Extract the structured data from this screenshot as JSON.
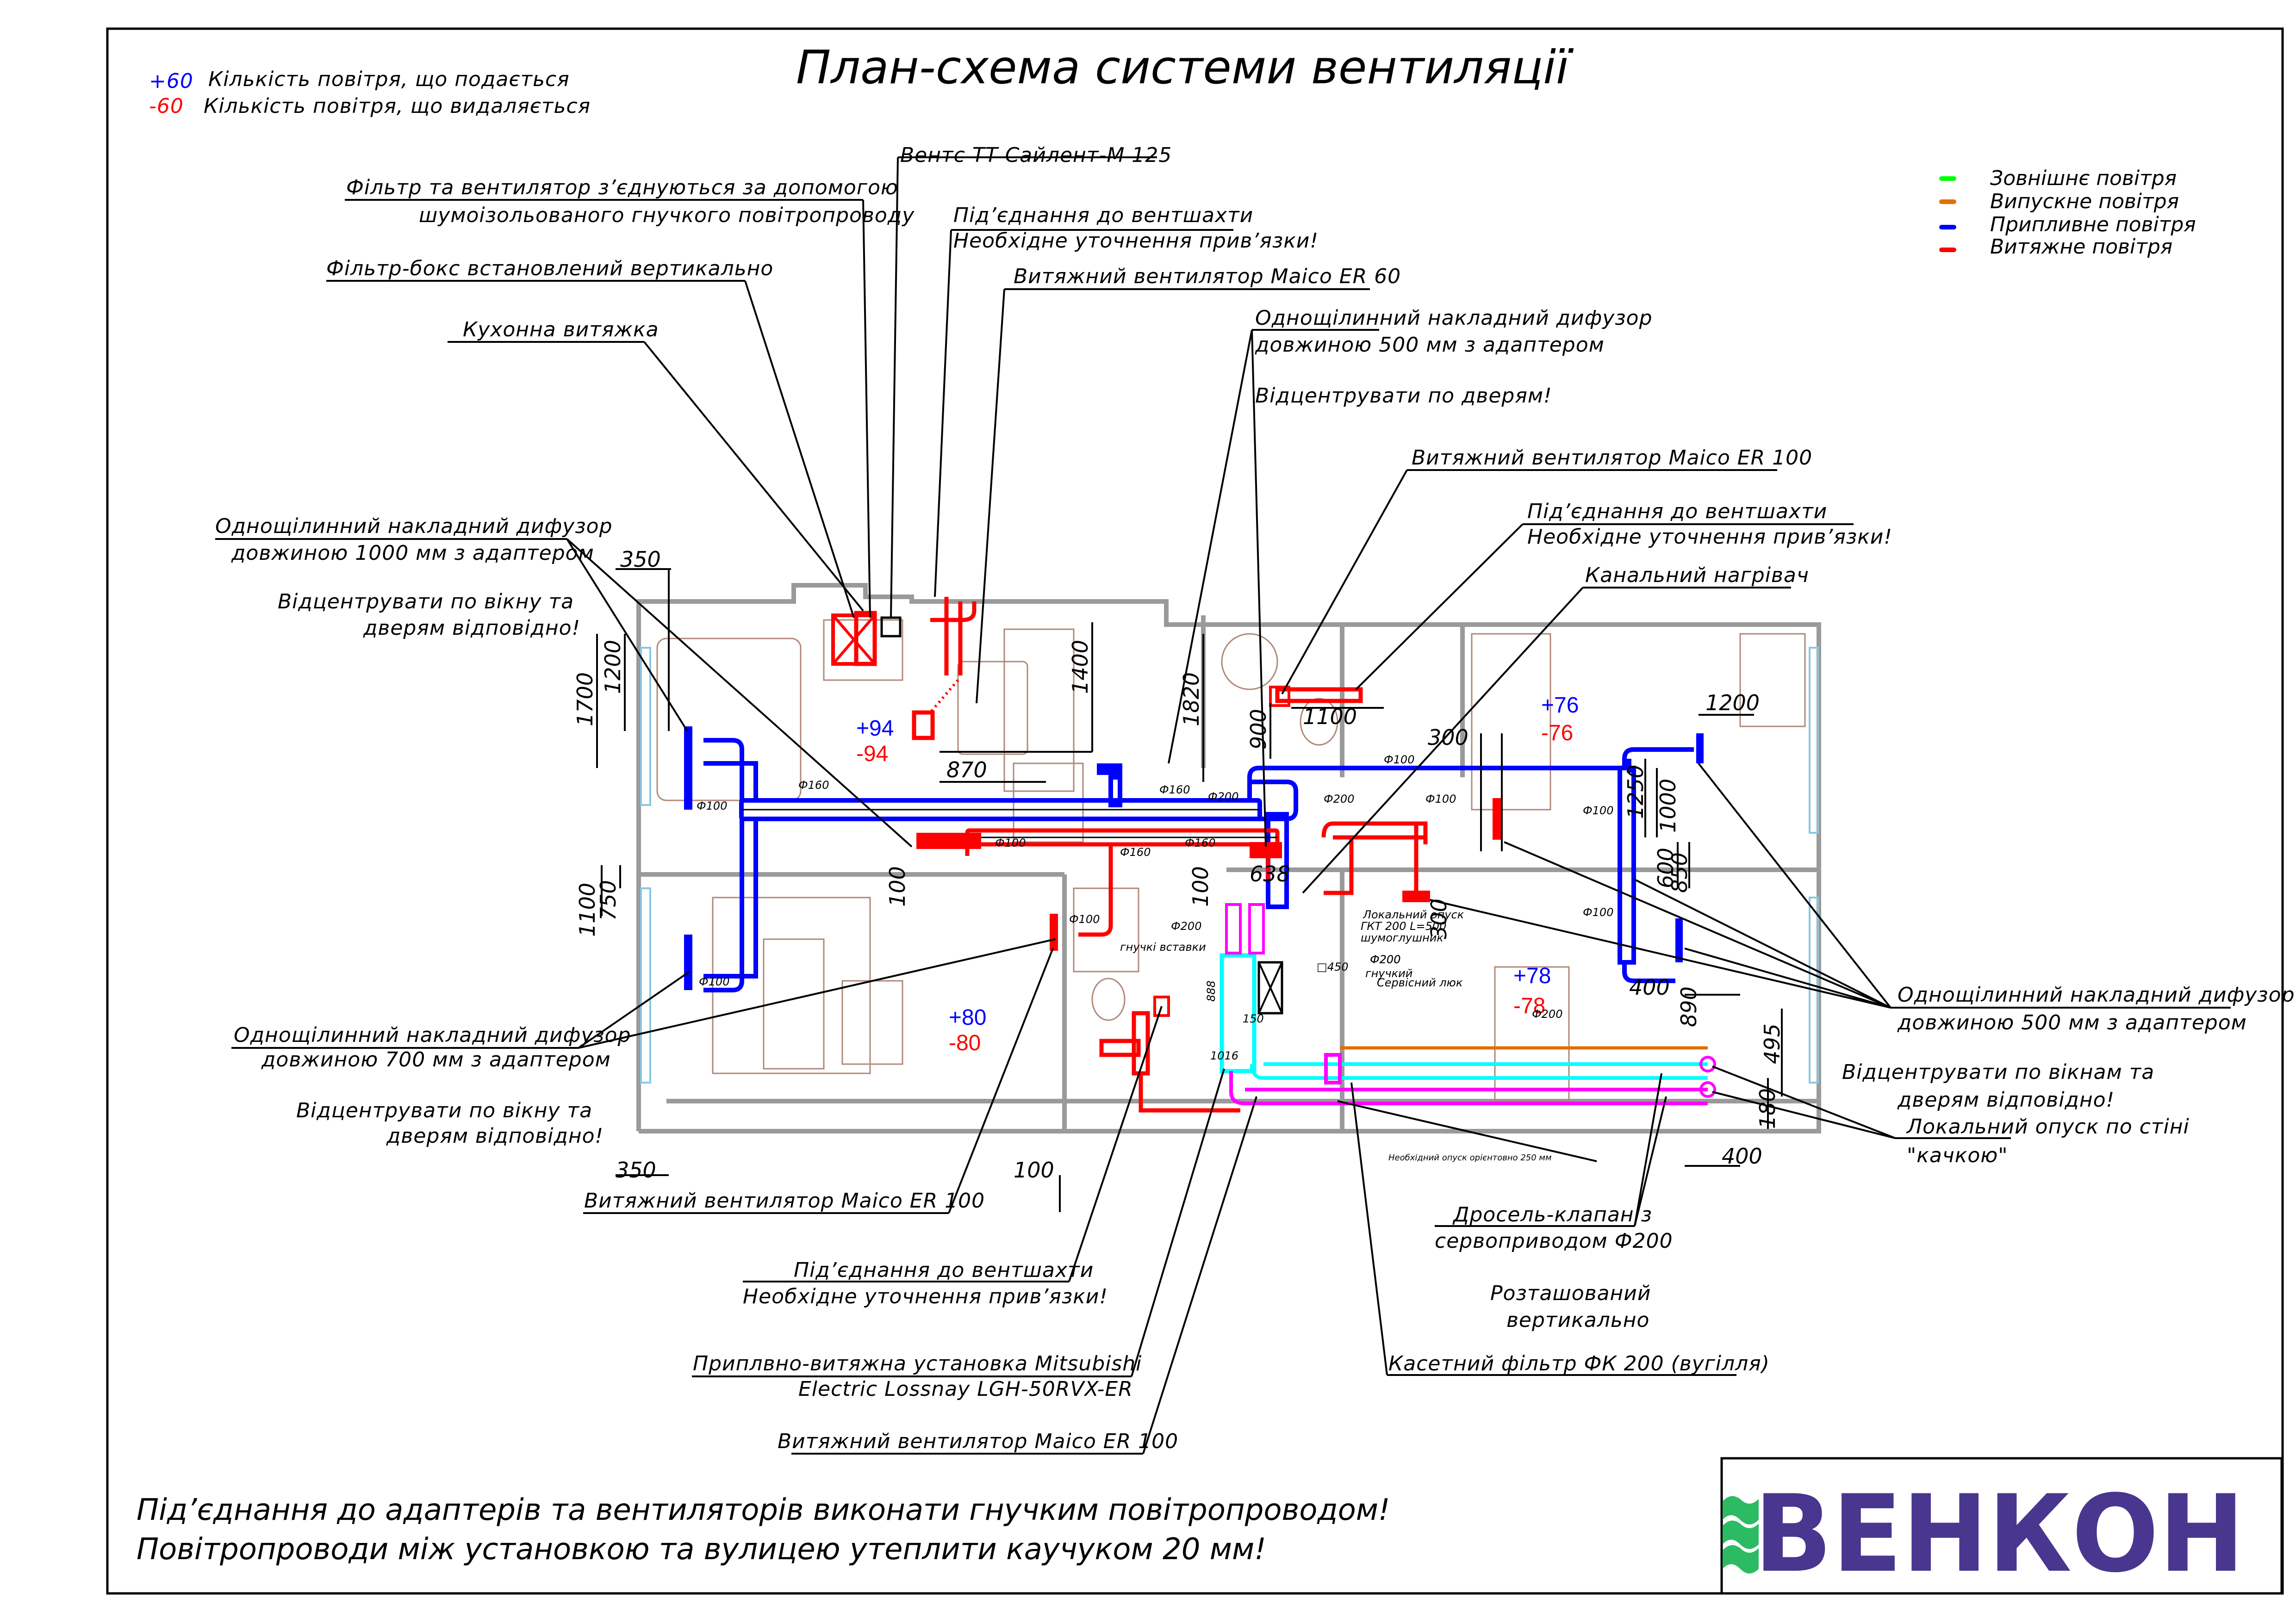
{
  "title": "План-схема системи вентиляції",
  "airflow_key": [
    {
      "value": "+60",
      "text": "Кількість повітря, що подається",
      "color": "#0000ff"
    },
    {
      "value": "-60",
      "text": "Кількість повітря, що видаляється",
      "color": "#ff0000"
    }
  ],
  "legend": [
    {
      "label": "Зовнішнє повітря",
      "color": "#00ff00"
    },
    {
      "label": "Випускне повітря",
      "color": "#e07000"
    },
    {
      "label": "Припливне повітря",
      "color": "#0000ff"
    },
    {
      "label": "Витяжне повітря",
      "color": "#ff0000"
    }
  ],
  "callouts": {
    "vents_fan": "Вентс ТТ Сайлент-М 125",
    "filter_fan_1": "Фільтр та вентилятор з’єднуються за допомогою",
    "filter_fan_2": "шумоізольованого гнучкого повітропроводу",
    "shaft_top_1": "Під’єднання до вентшахти",
    "shaft_top_2": "Необхідне уточнення прив’язки!",
    "filter_box": "Фільтр-бокс встановлений вертикально",
    "maico_er60": "Витяжний вентилятор Maico ER 60",
    "kitchen_hood": "Кухонна витяжка",
    "diff500_top_1": "Однощілинний накладний дифузор",
    "diff500_top_2": "довжиною 500 мм з адаптером",
    "diff500_top_3": "Відцентрувати по дверям!",
    "maico_er100_top": "Витяжний вентилятор Maico ER 100",
    "shaft_right_1": "Під’єднання до вентшахти",
    "shaft_right_2": "Необхідне уточнення прив’язки!",
    "heater": "Канальний нагрівач",
    "diff1000_1": "Однощілинний накладний дифузор",
    "diff1000_2": "довжиною 1000 мм з адаптером",
    "diff1000_3": "Відцентрувати по вікну та",
    "diff1000_4": "дверям відповідно!",
    "diff700_1": "Однощілинний накладний дифузор",
    "diff700_2": "довжиною 700 мм з адаптером",
    "diff700_3": "Відцентрувати по вікну та",
    "diff700_4": "дверям відповідно!",
    "maico_er100_left": "Витяжний вентилятор Maico ER 100",
    "shaft_bottom_1": "Під’єднання до вентшахти",
    "shaft_bottom_2": "Необхідне уточнення прив’язки!",
    "ahu_1": "Приплвно-витяжна установка Mitsubishi",
    "ahu_2": "Electric Lossnay LGH-50RVX-ER",
    "maico_er100_bottom": "Витяжний вентилятор Maico ER 100",
    "diff500_right_1": "Однощілинний накладний дифузор",
    "diff500_right_2": "довжиною 500 мм з адаптером",
    "diff500_right_3": "Відцентрувати по вікнам та",
    "diff500_right_4": "дверям відповідно!",
    "local_drop_1": "Локальний опуск по стіні",
    "local_drop_2": "\"качкою\"",
    "damper_1": "Дросель-клапан з",
    "damper_2": "сервоприводом Ф200",
    "vertical_1": "Розташований",
    "vertical_2": "вертикально",
    "cassette_filter": "Касетний фільтр ФК 200 (вугілля)",
    "local_drop_gkt_1": "Локальний опуск",
    "local_drop_gkt_2": "ГКТ 200 L=500",
    "silencer": "шумоглушник",
    "flex_200_1": "Ф200",
    "flex_200_2": "гнучкий",
    "service_hatch": "Сервісний люк",
    "flex_inserts": "гнучкі вставки",
    "required_drop": "Необхідний опуск орієнтовно 250 мм",
    "hatch_size": "□450"
  },
  "rooms": [
    {
      "name": "kitchen-living",
      "supply": "+94",
      "exhaust": "-94"
    },
    {
      "name": "bedroom-right-top",
      "supply": "+76",
      "exhaust": "-76"
    },
    {
      "name": "bedroom-left",
      "supply": "+80",
      "exhaust": "-80"
    },
    {
      "name": "bedroom-right-bottom",
      "supply": "+78",
      "exhaust": "-78"
    }
  ],
  "dimensions": {
    "d350_top": "350",
    "d1700": "1700",
    "d1200_left": "1200",
    "d1400": "1400",
    "d870": "870",
    "d1820": "1820",
    "d900": "900",
    "d1100_bath": "1100",
    "d300_top": "300",
    "d1200_right": "1200",
    "d1250": "1250",
    "d1000": "1000",
    "d600": "600",
    "d850": "850",
    "d638": "638",
    "d100_a": "100",
    "d100_b": "100",
    "d1100_left": "1100",
    "d750": "750",
    "d300_mid": "300",
    "d400_a": "400",
    "d890": "890",
    "d495": "495",
    "d180": "180",
    "d400_b": "400",
    "d350_bottom": "350",
    "d100_bottom": "100",
    "d888": "888",
    "d150": "150",
    "d1016": "1016"
  },
  "duct_sizes": {
    "phi160_a": "Ф160",
    "phi160_b": "Ф160",
    "phi160_c": "Ф160",
    "phi160_d": "Ф160",
    "phi100_a": "Ф100",
    "phi100_b": "Ф100",
    "phi100_c": "Ф100",
    "phi100_d": "Ф100",
    "phi100_e": "Ф100",
    "phi100_f": "Ф100",
    "phi100_g": "Ф100",
    "phi100_h": "Ф100",
    "phi200_a": "Ф200",
    "phi200_b": "Ф200",
    "phi200_c": "Ф200",
    "phi200_d": "Ф200",
    "phi200_e": "Ф200"
  },
  "notes": [
    "Під’єднання до адаптерів та вентиляторів виконати гнучким повітропроводом!",
    "Повітропроводи між установкою та вулицею утеплити каучуком 20 мм!"
  ],
  "logo": {
    "text": "ВЕНКОН",
    "text_color": "#48368f",
    "wave_color": "#2cbb63"
  }
}
